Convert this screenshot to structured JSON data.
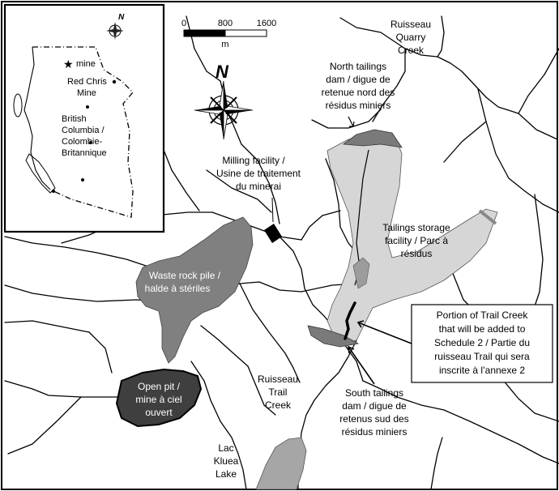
{
  "colors": {
    "stream": "#000000",
    "tailings_facility": "#d6d6d6",
    "tailings_dam": "#7a7a7a",
    "waste_rock": "#808080",
    "open_pit": "#3f3f3f",
    "lake": "#a6a6a6",
    "frame": "#000000",
    "background": "#ffffff"
  },
  "scale_bar": {
    "ticks": [
      "0",
      "800",
      "1600"
    ],
    "unit": "m"
  },
  "north_arrow": {
    "letter": "N",
    "icon": "compass-rose-icon"
  },
  "inset": {
    "north_letter": "N",
    "legend_mine": "mine",
    "legend_symbol": "★",
    "mine_name": [
      "Red Chris",
      "Mine"
    ],
    "province": [
      "British",
      "Columbia /",
      "Colombie-",
      "Britannique"
    ]
  },
  "labels": {
    "quarry_creek": [
      "Ruisseau",
      "Quarry",
      "Creek"
    ],
    "north_dam": [
      "North tailings",
      "dam / digue de",
      "retenue nord des",
      "résidus miniers"
    ],
    "milling": [
      "Milling facility /",
      "Usine de traitement",
      "du minerai"
    ],
    "tsf": [
      "Tailings storage",
      "facility / Parc à",
      "résidus"
    ],
    "waste_rock": [
      "Waste rock pile /",
      "halde à stériles"
    ],
    "portion_box": [
      "Portion of Trail Creek",
      "that will be added to",
      "Schedule  2 / Partie du",
      "ruisseau Trail qui sera",
      "inscrite à l’annexe  2"
    ],
    "open_pit": [
      "Open pit /",
      "mine à ciel",
      "ouvert"
    ],
    "trail_creek": [
      "Ruisseau",
      "Trail",
      "Creek"
    ],
    "south_dam": [
      "South tailings",
      "dam / digue de",
      "retenus sud des",
      "résidus miniers"
    ],
    "kluea_lake": [
      "Lac",
      "Kluea",
      "Lake"
    ]
  }
}
